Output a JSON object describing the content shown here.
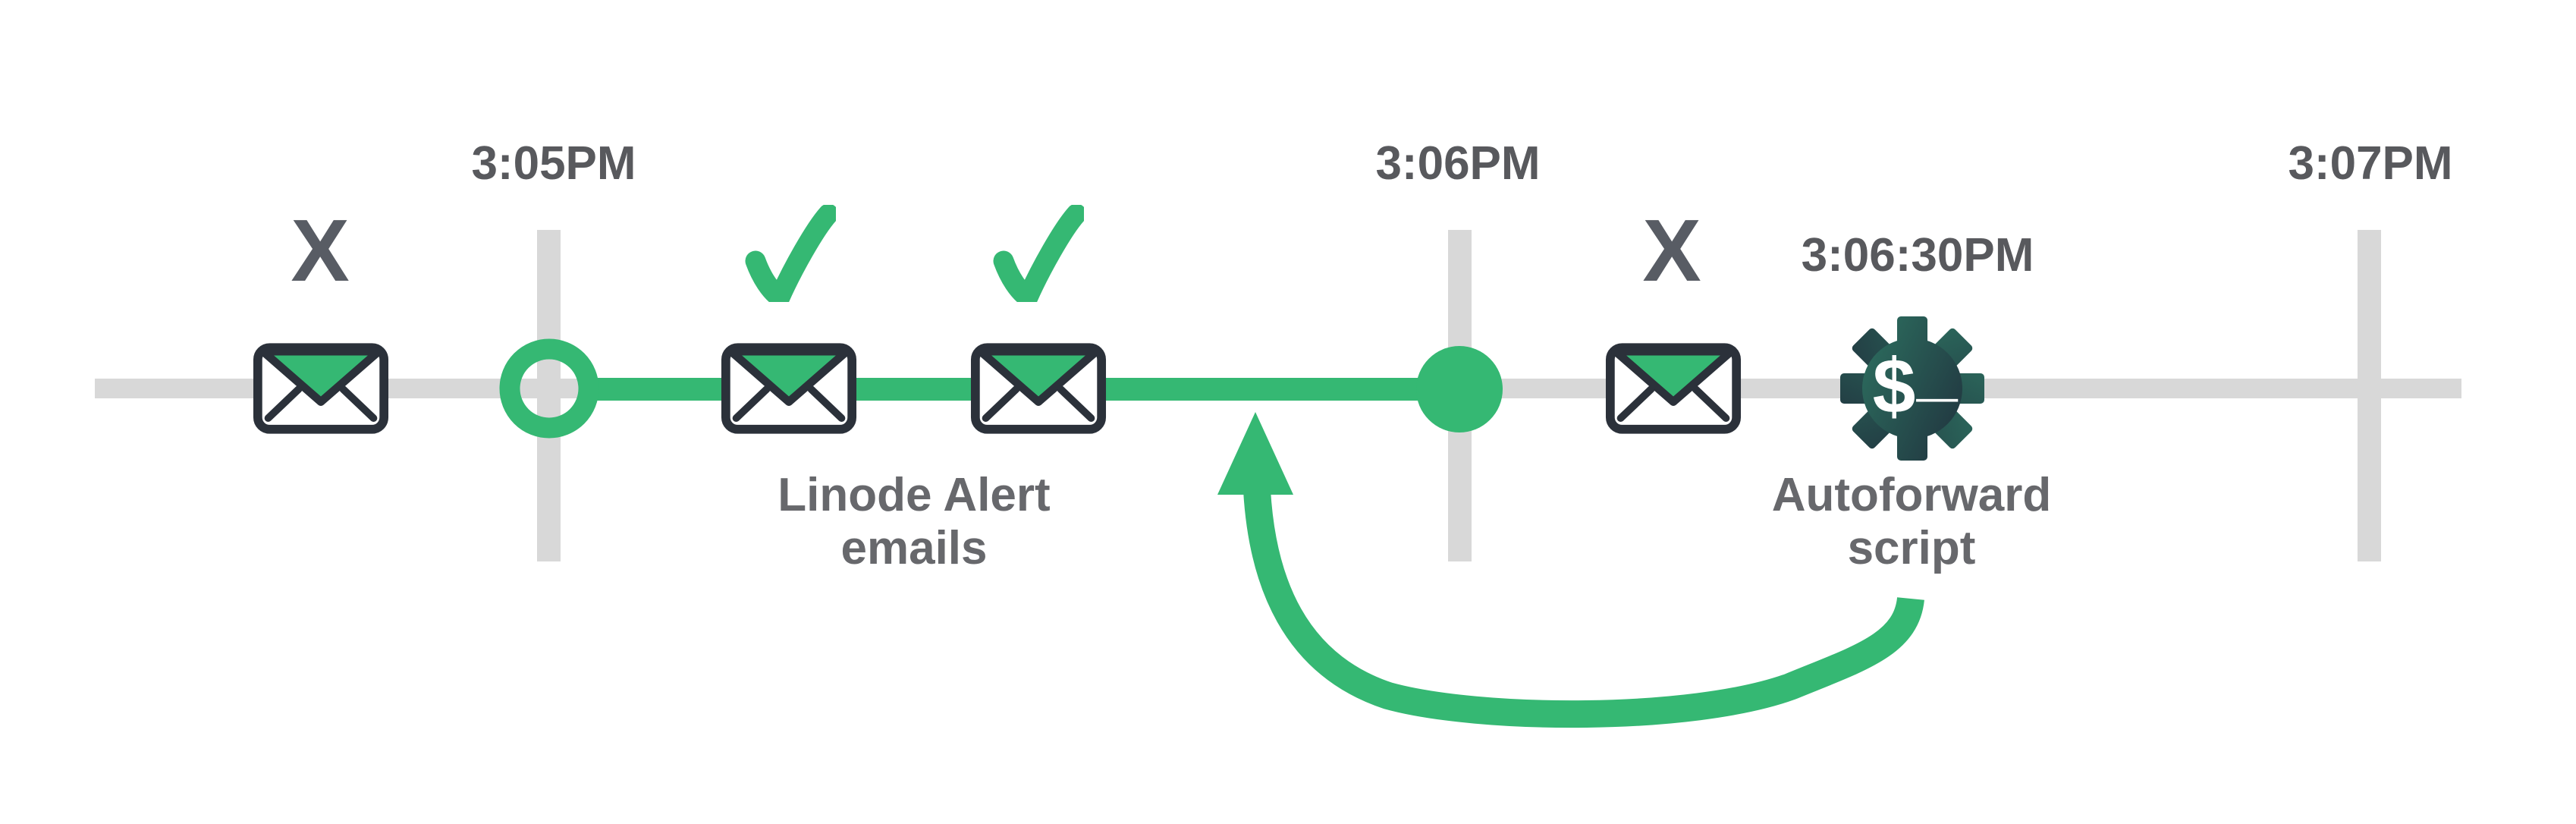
{
  "colors": {
    "green": "#35b873",
    "track": "#d8d8d8",
    "timestamp": "#58595d",
    "label": "#67686c",
    "xmark": "#585c64",
    "outline": "#2b313a",
    "gear_start": "#2d7060",
    "gear_end": "#20313d",
    "white": "#ffffff"
  },
  "timeline": {
    "tick_labels": [
      "3:05PM",
      "3:06PM",
      "3:07PM"
    ]
  },
  "marks": {
    "fail": "X"
  },
  "labels": {
    "alert_emails": "Linode Alert\nemails",
    "autoforward_time": "3:06:30PM",
    "autoforward_script": "Autoforward\nscript"
  },
  "gear": {
    "dollar": "$",
    "underscore": "_"
  },
  "icons": {
    "envelope": "envelope-icon",
    "check": "check-icon",
    "x": "x-mark",
    "gear": "gear-terminal-icon",
    "arrow": "loop-arrow",
    "ring": "start-ring",
    "dot": "end-dot"
  }
}
